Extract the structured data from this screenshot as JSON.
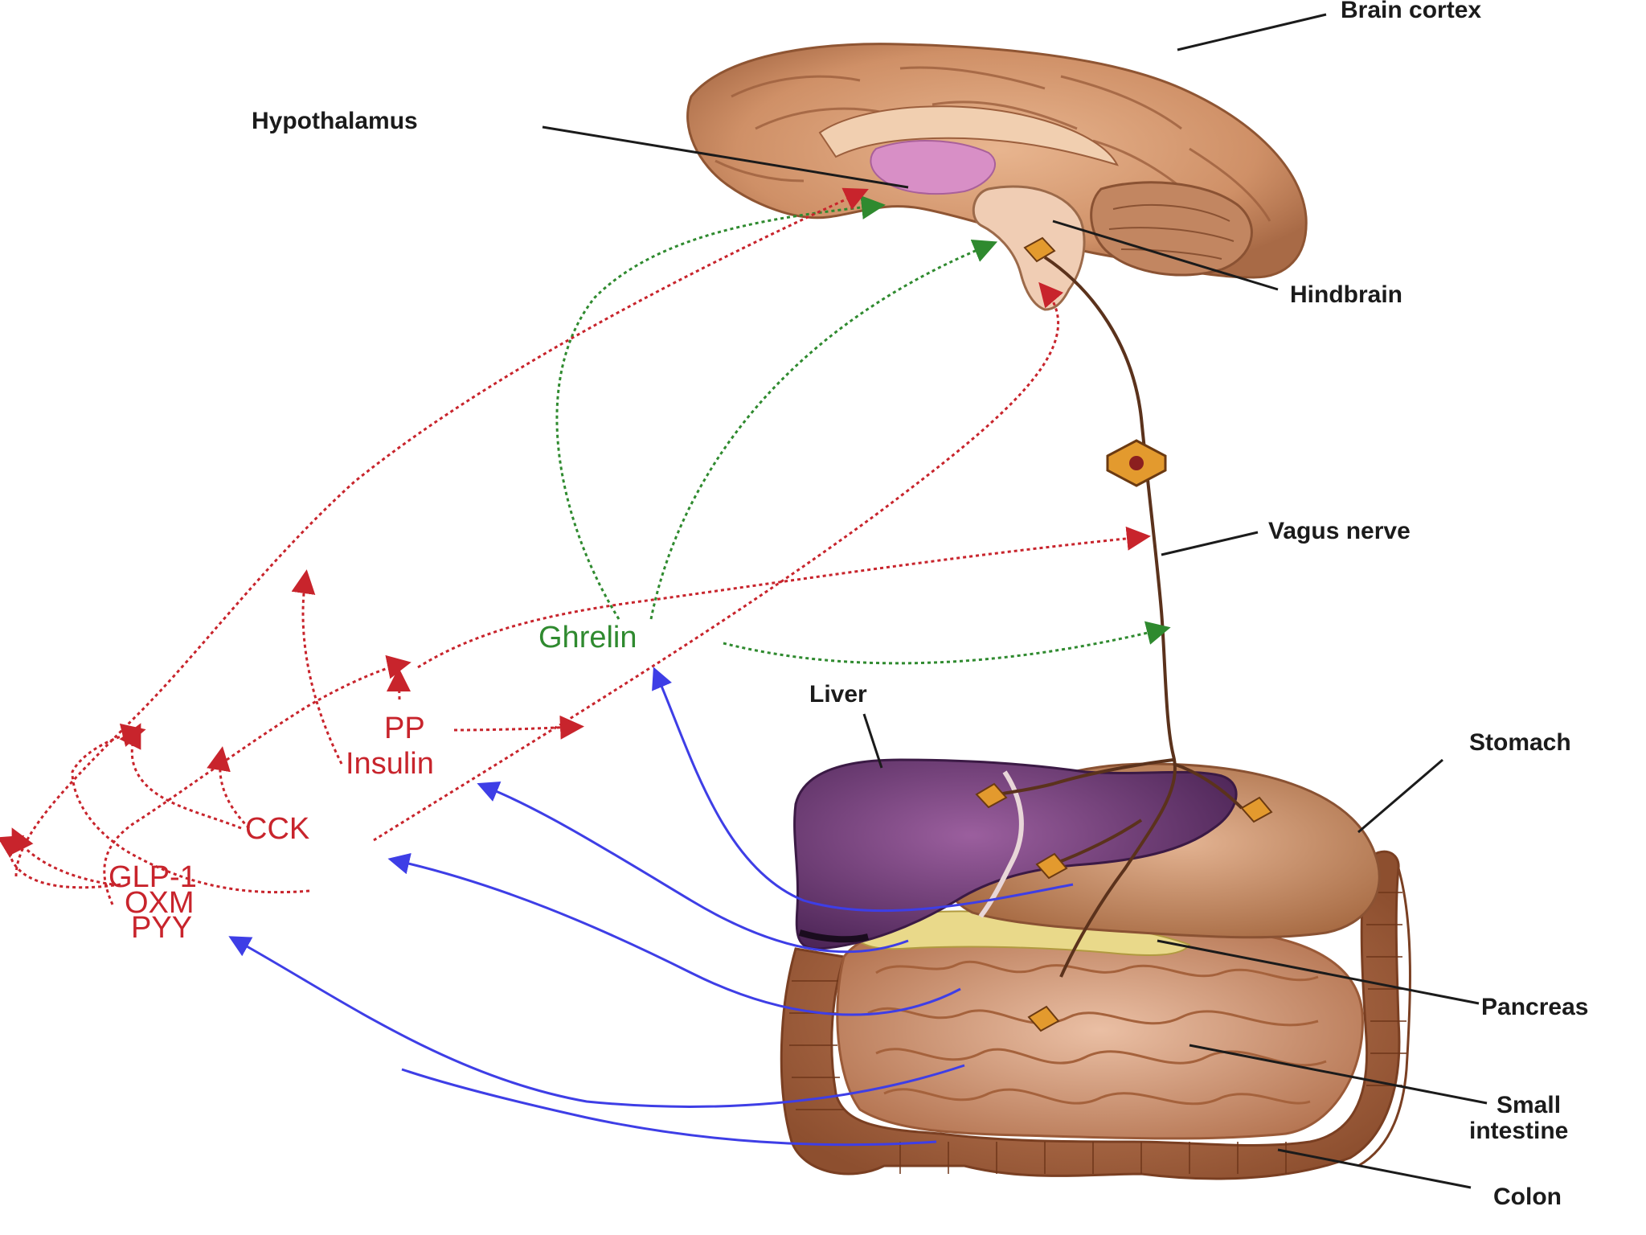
{
  "anatomy_labels": {
    "brain_cortex": "Brain cortex",
    "hypothalamus": "Hypothalamus",
    "hindbrain": "Hindbrain",
    "vagus_nerve": "Vagus nerve",
    "liver": "Liver",
    "stomach": "Stomach",
    "pancreas": "Pancreas",
    "small_intestine_line1": "Small",
    "small_intestine_line2": "intestine",
    "colon": "Colon"
  },
  "hormones": {
    "ghrelin": "Ghrelin",
    "pp": "PP",
    "insulin": "Insulin",
    "cck": "CCK",
    "glp1": "GLP-1",
    "oxm": "OXM",
    "pyy": "PYY"
  },
  "colors": {
    "satiety_signal": "#c8242c",
    "hunger_signal": "#2f8a2f",
    "secretion_arrow": "#3e3ee6",
    "nerve": "#5b321c",
    "label_text": "#1b1b1b"
  }
}
